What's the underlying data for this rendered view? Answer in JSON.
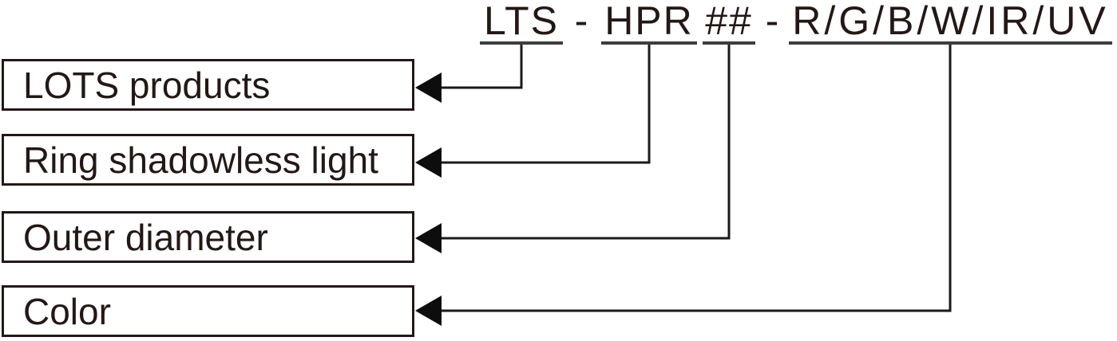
{
  "product_code": {
    "full_text": "LTS - HPR ## - R/G/B/W/IR/UV",
    "segments": [
      {
        "text": "LTS",
        "underlined": true
      },
      {
        "text": "-",
        "underlined": false
      },
      {
        "text": "HPR",
        "underlined": true
      },
      {
        "text": "##",
        "underlined": true
      },
      {
        "text": "-",
        "underlined": false
      },
      {
        "text": "R/G/B/W/IR/UV",
        "underlined": true
      }
    ]
  },
  "legend_boxes": [
    {
      "label": "LOTS products",
      "code_segment": "LTS"
    },
    {
      "label": "Ring shadowless light",
      "code_segment": "HPR"
    },
    {
      "label": "Outer diameter",
      "code_segment": "##"
    },
    {
      "label": "Color",
      "code_segment": "R/G/B/W/IR/UV"
    }
  ],
  "colors": {
    "text": "#231815",
    "box_border": "#231815",
    "connector_line": "#1a1a1a",
    "underline": "#3d3d3d",
    "arrowhead": "#0d0d0d",
    "background": "#ffffff"
  }
}
